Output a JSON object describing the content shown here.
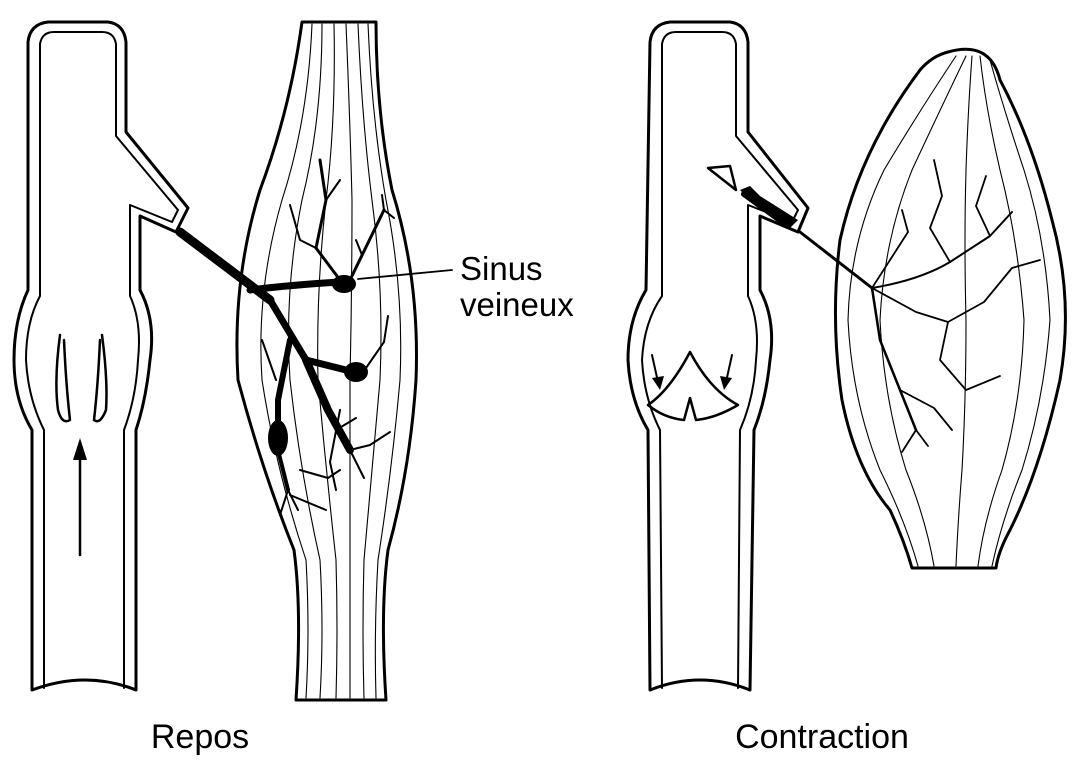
{
  "panels": [
    {
      "caption": "Repos"
    },
    {
      "caption": "Contraction"
    }
  ],
  "annotation": {
    "line1": "Sinus",
    "line2": "veineux"
  },
  "colors": {
    "ink": "#000000",
    "background": "#ffffff"
  }
}
